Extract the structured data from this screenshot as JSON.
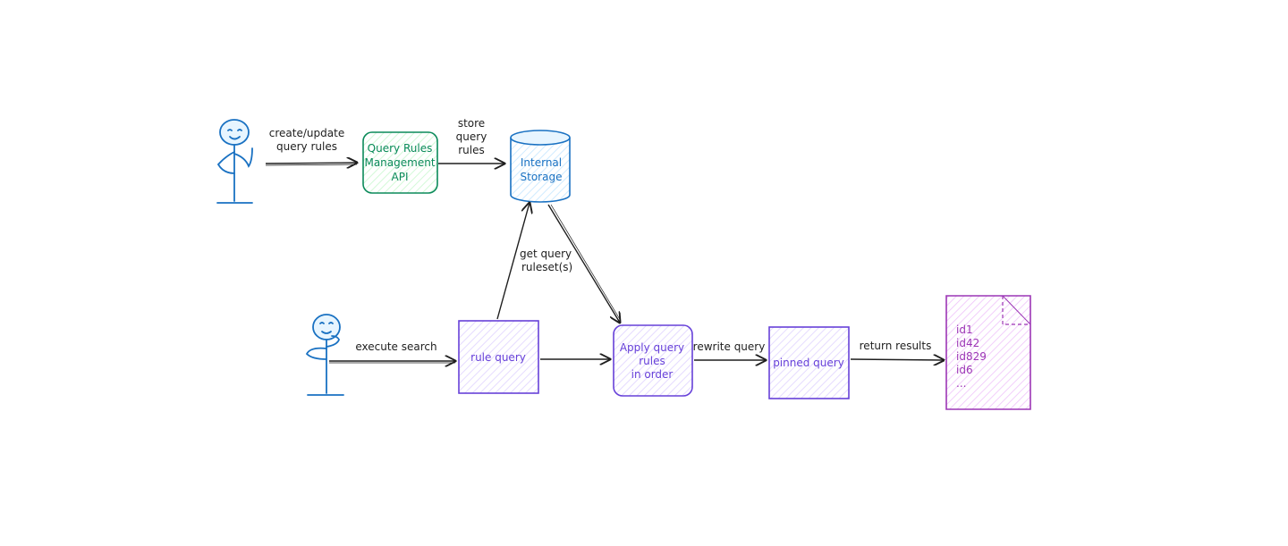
{
  "actors": {
    "top_user": {
      "icon": "stick-figure-waving"
    },
    "bottom_user": {
      "icon": "stick-figure-thinking"
    }
  },
  "nodes": {
    "query_rules_api": {
      "lines": [
        "Query Rules",
        "Management",
        "API"
      ],
      "color": "#0b8a5a"
    },
    "internal_storage": {
      "lines": [
        "Internal",
        "Storage"
      ],
      "color": "#1971c2"
    },
    "rule_query": {
      "lines": [
        "rule query"
      ],
      "color": "#6741d9"
    },
    "apply_rules": {
      "lines": [
        "Apply query",
        "rules",
        "in order"
      ],
      "color": "#6741d9"
    },
    "pinned_query": {
      "lines": [
        "pinned query"
      ],
      "color": "#6741d9"
    },
    "results_doc": {
      "lines": [
        "id1",
        "id42",
        "id829",
        "id6",
        "..."
      ],
      "color": "#9c36b5"
    }
  },
  "edges": {
    "create_update": {
      "lines": [
        "create/update",
        "query rules"
      ]
    },
    "store": {
      "lines": [
        "store",
        "query",
        "rules"
      ]
    },
    "get_ruleset": {
      "lines": [
        "get query",
        "ruleset(s)"
      ]
    },
    "execute_search": {
      "lines": [
        "execute search"
      ]
    },
    "rewrite_query": {
      "lines": [
        "rewrite query"
      ]
    },
    "return_results": {
      "lines": [
        "return results"
      ]
    }
  },
  "colors": {
    "actor": "#1971c2",
    "line": "#1e1e1e",
    "green_fill": "#ebfbee",
    "blue_fill": "#e7f5ff",
    "purple_fill": "#f3f0ff",
    "doc_fill": "#f8f0fc"
  }
}
